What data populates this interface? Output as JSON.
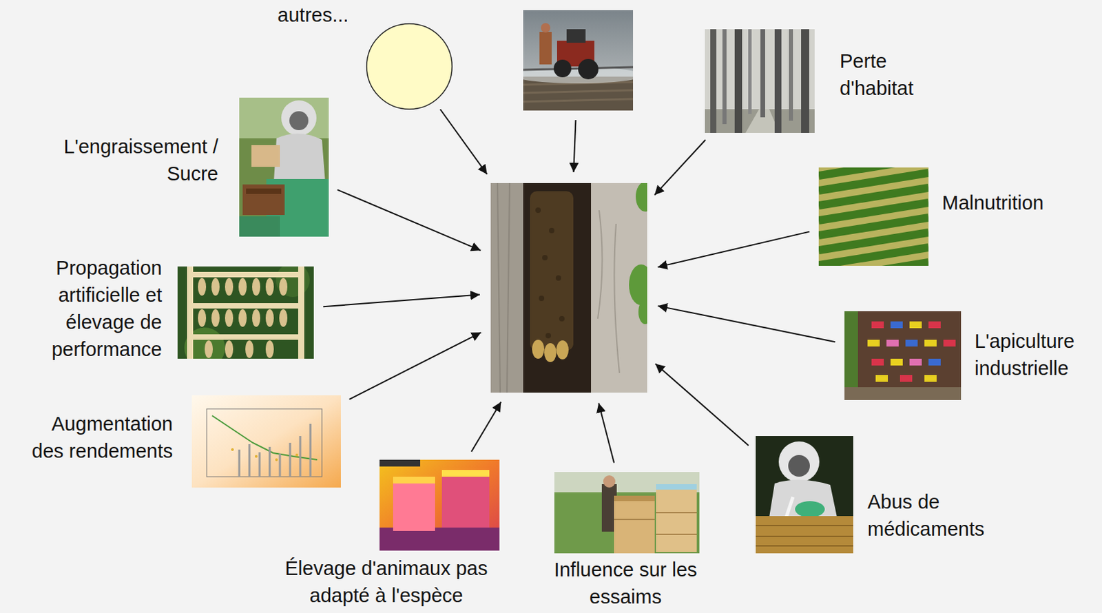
{
  "diagram": {
    "nodes": [
      {
        "text": [
          "autres..."
        ]
      },
      {
        "text": []
      },
      {
        "text": [
          "Perte d'habitat"
        ]
      },
      {
        "text": [
          "L'engraissement / Sucre"
        ]
      },
      {
        "text": [
          "Malnutrition"
        ]
      },
      {
        "text": []
      },
      {
        "text": [
          "Propagation artificielle et élevage de performance"
        ]
      },
      {
        "text": [
          "L'apiculture industrielle"
        ]
      },
      {
        "text": [
          "Augmentation des rendements"
        ]
      },
      {
        "text": [
          "Abus de médicaments"
        ]
      },
      {
        "text": [
          "Élevage d'animaux pas adapté à l'espèce"
        ]
      },
      {
        "text": [
          "Influence sur les essaims"
        ]
      }
    ],
    "edges": [
      {
        "from": 0,
        "to": 5,
        "arrow": "to"
      },
      {
        "from": 1,
        "to": 5,
        "arrow": "to"
      },
      {
        "from": 2,
        "to": 5,
        "arrow": "to"
      },
      {
        "from": 3,
        "to": 5,
        "arrow": "to"
      },
      {
        "from": 4,
        "to": 5,
        "arrow": "to"
      },
      {
        "from": 6,
        "to": 5,
        "arrow": "to"
      },
      {
        "from": 7,
        "to": 5,
        "arrow": "to"
      },
      {
        "from": 8,
        "to": 5,
        "arrow": "to"
      },
      {
        "from": 9,
        "to": 5,
        "arrow": "to"
      },
      {
        "from": 10,
        "to": 5,
        "arrow": "to"
      },
      {
        "from": 11,
        "to": 5,
        "arrow": "to"
      }
    ]
  }
}
